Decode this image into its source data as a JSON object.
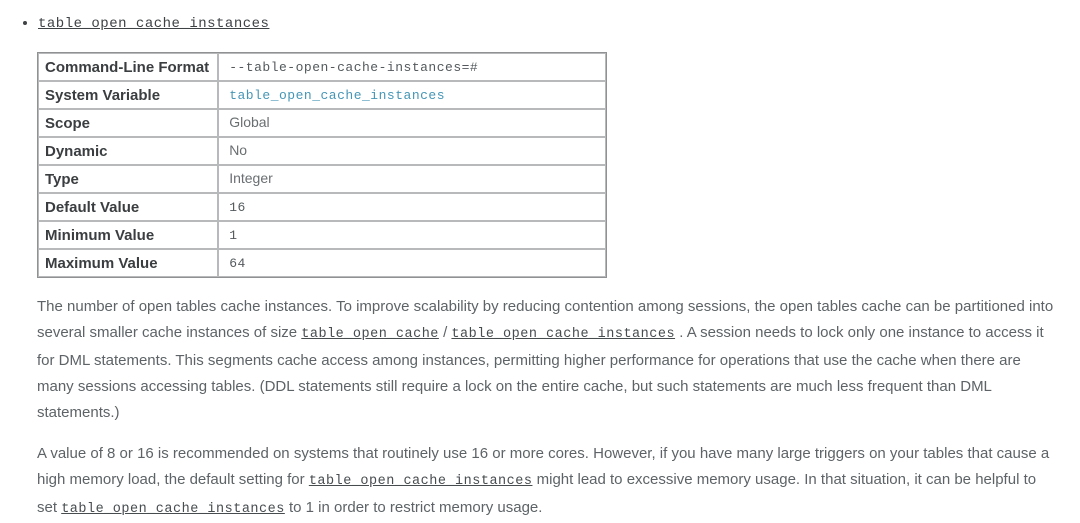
{
  "colors": {
    "background": "#ffffff",
    "link_teal": "#4596b6",
    "body_text_gray": "#5d6366",
    "label_dark": "#3b3e40",
    "table_border": "#8f9193"
  },
  "list_item": {
    "link_label": "table_open_cache_instances"
  },
  "table": {
    "rows": [
      {
        "label": "Command-Line Format",
        "value": "--table-open-cache-instances=#",
        "kind": "code"
      },
      {
        "label": "System Variable",
        "value": "table_open_cache_instances",
        "kind": "link"
      },
      {
        "label": "Scope",
        "value": "Global",
        "kind": "text"
      },
      {
        "label": "Dynamic",
        "value": "No",
        "kind": "text"
      },
      {
        "label": "Type",
        "value": "Integer",
        "kind": "text"
      },
      {
        "label": "Default Value",
        "value": "16",
        "kind": "code"
      },
      {
        "label": "Minimum Value",
        "value": "1",
        "kind": "code"
      },
      {
        "label": "Maximum Value",
        "value": "64",
        "kind": "code"
      }
    ]
  },
  "paragraphs": [
    {
      "segments": [
        {
          "t": "text",
          "v": "The number of open tables cache instances. To improve scalability by reducing contention among sessions, the open tables cache can be partitioned into several smaller cache instances of size "
        },
        {
          "t": "code",
          "v": "table_open_cache"
        },
        {
          "t": "text",
          "v": " / "
        },
        {
          "t": "code",
          "v": "table_open_cache_instances"
        },
        {
          "t": "text",
          "v": " . A session needs to lock only one instance to access it for DML statements. This segments cache access among instances, permitting higher performance for operations that use the cache when there are many sessions accessing tables. (DDL statements still require a lock on the entire cache, but such statements are much less frequent than DML statements.)"
        }
      ]
    },
    {
      "segments": [
        {
          "t": "text",
          "v": "A value of 8 or 16 is recommended on systems that routinely use 16 or more cores. However, if you have many large triggers on your tables that cause a high memory load, the default setting for "
        },
        {
          "t": "code",
          "v": "table_open_cache_instances"
        },
        {
          "t": "text",
          "v": " might lead to excessive memory usage. In that situation, it can be helpful to set "
        },
        {
          "t": "code",
          "v": "table_open_cache_instances"
        },
        {
          "t": "text",
          "v": " to 1 in order to restrict memory usage."
        }
      ]
    }
  ]
}
